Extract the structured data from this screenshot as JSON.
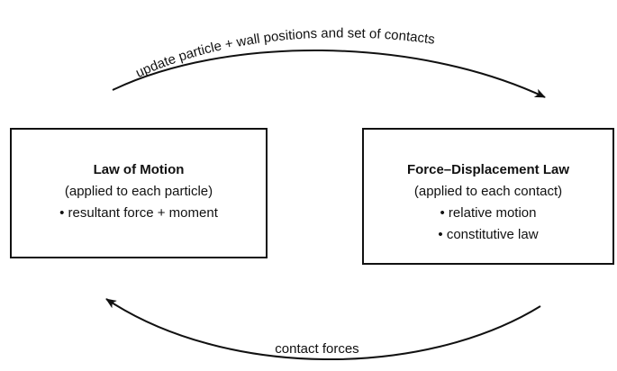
{
  "top_arrow": {
    "label": "update particle + wall positions and set of contacts"
  },
  "bottom_arrow": {
    "label": "contact forces"
  },
  "left_box": {
    "title": "Law of Motion",
    "subtitle": "(applied to each particle)",
    "bullets": [
      "• resultant force + moment"
    ]
  },
  "right_box": {
    "title": "Force–Displacement Law",
    "subtitle": "(applied to each contact)",
    "bullets": [
      "• relative motion",
      "• constitutive law"
    ]
  },
  "colors": {
    "stroke": "#111111",
    "text": "#111111",
    "background": "#ffffff"
  }
}
